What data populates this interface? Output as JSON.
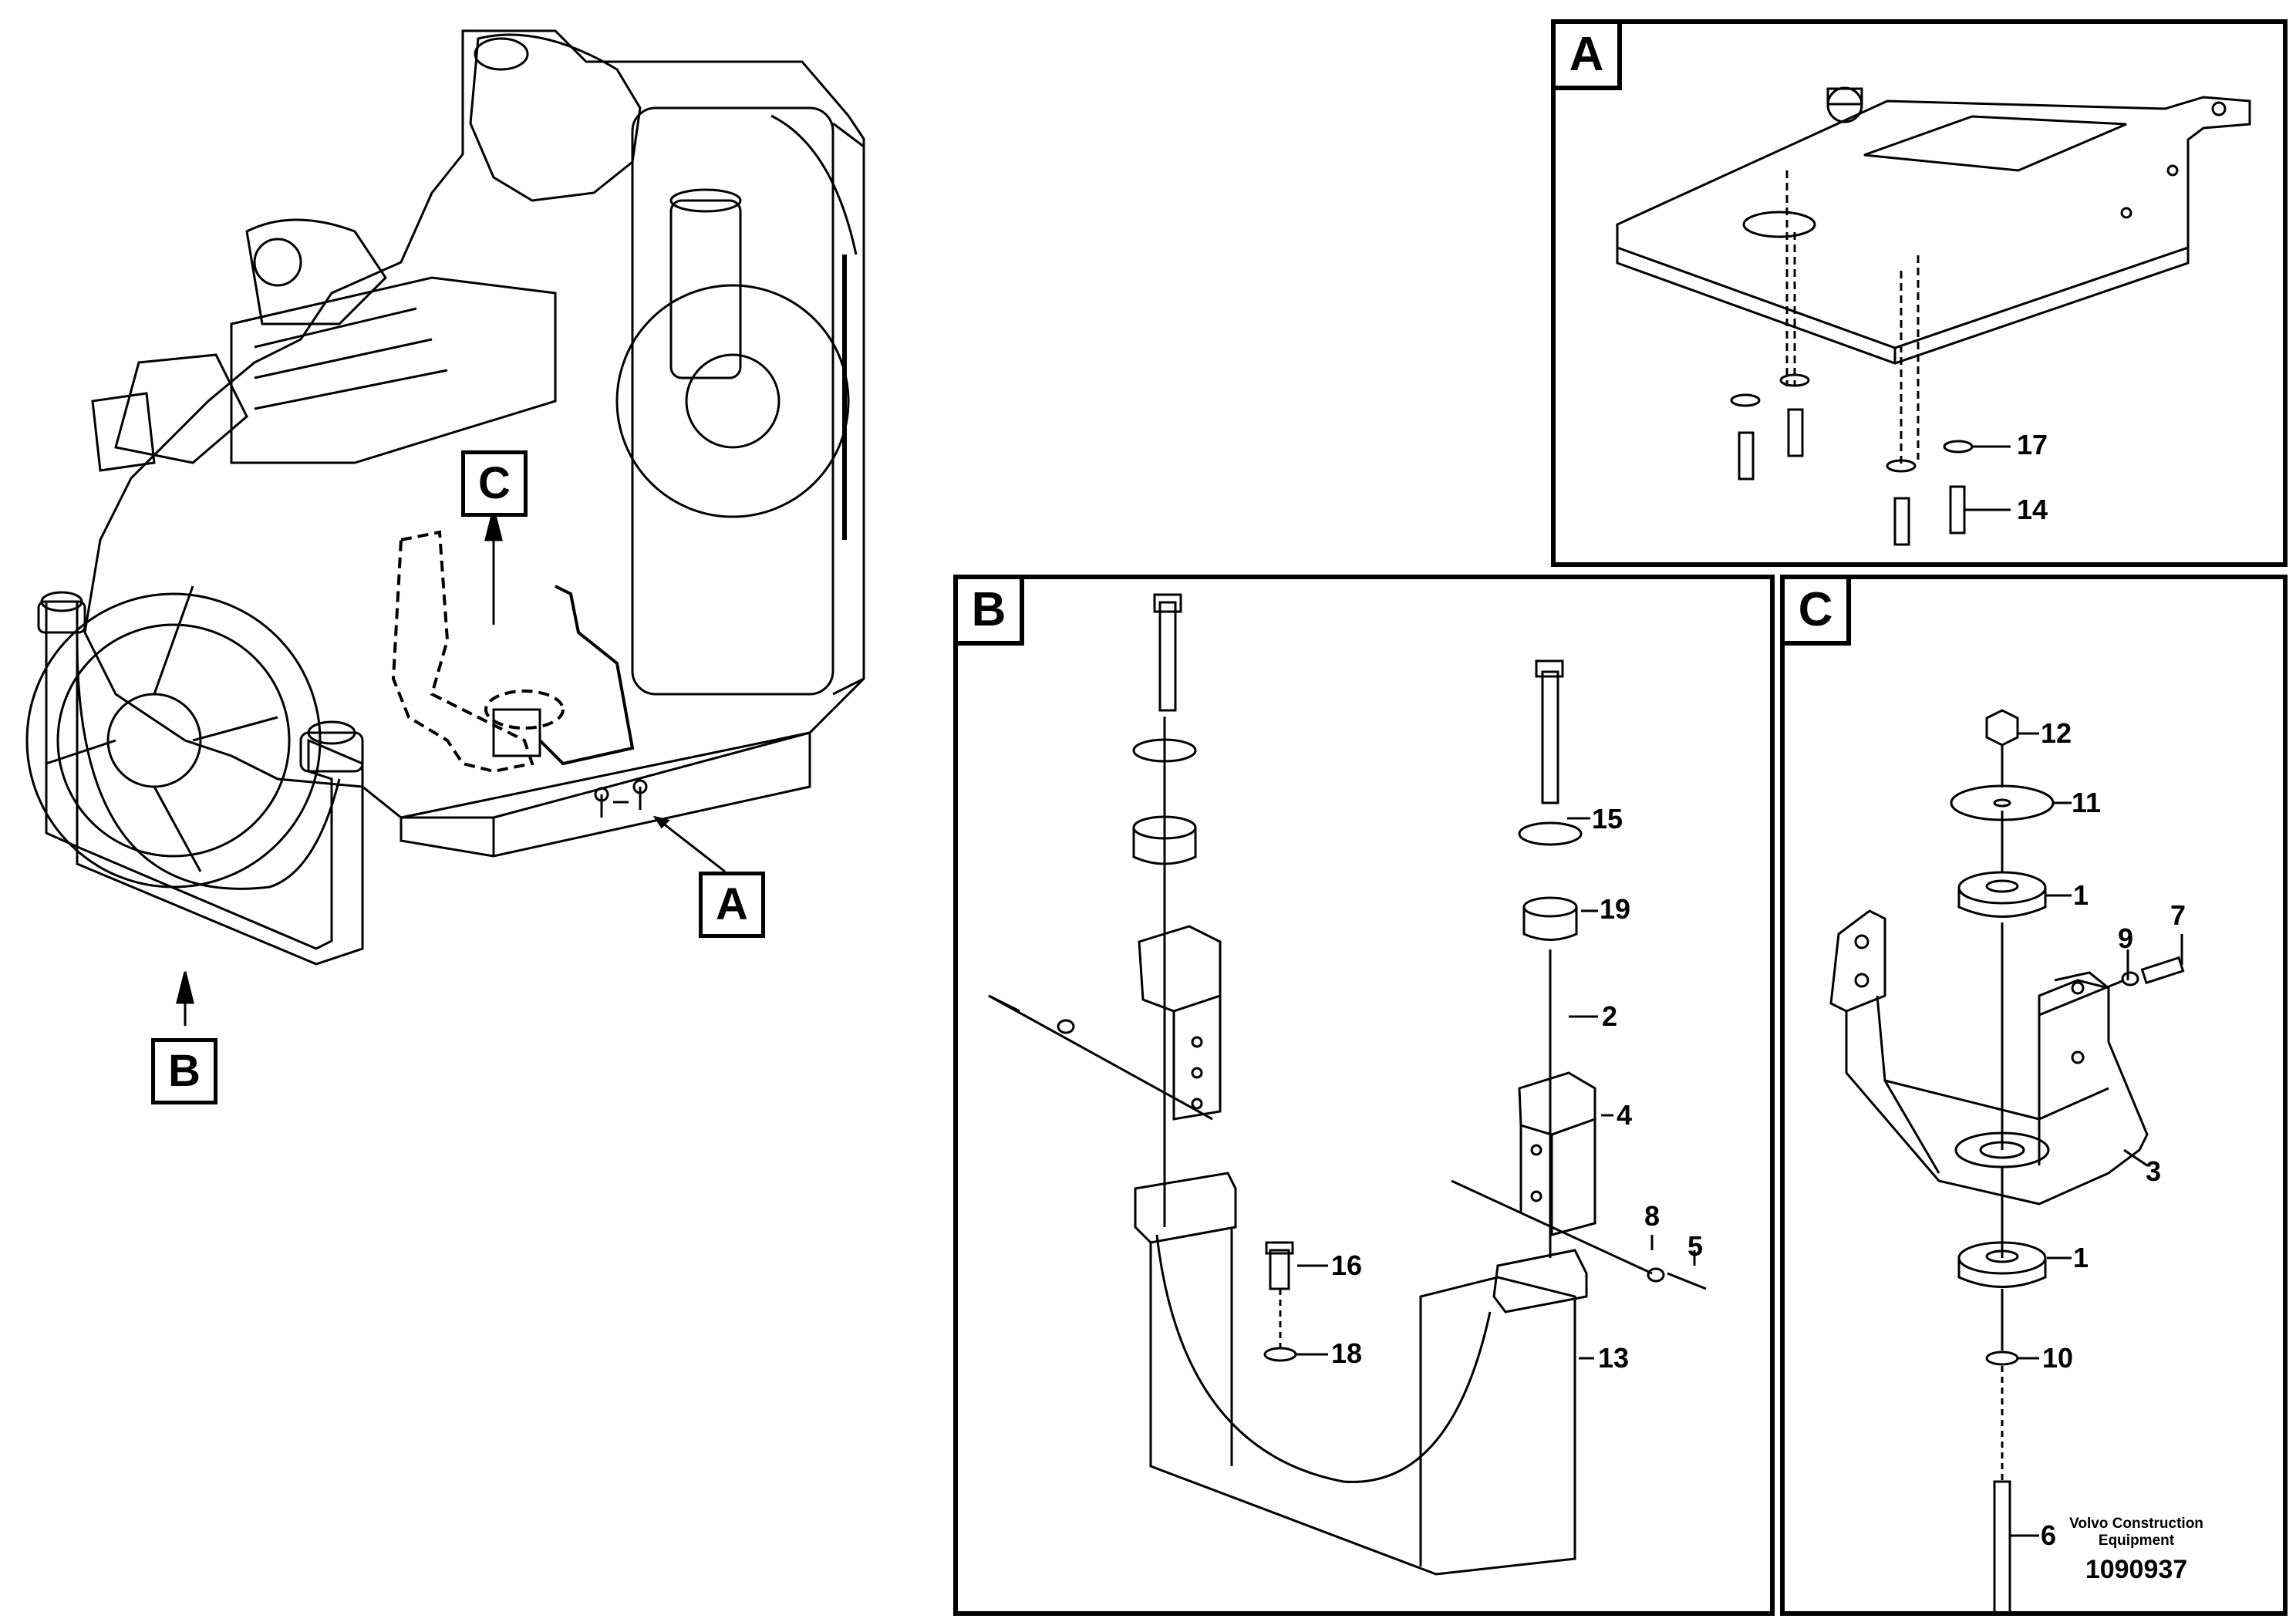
{
  "callouts": {
    "A": "A",
    "B": "B",
    "C": "C"
  },
  "panels": {
    "A": {
      "label": "A",
      "parts": [
        "17",
        "14"
      ]
    },
    "B": {
      "label": "B",
      "parts": [
        "15",
        "19",
        "2",
        "4",
        "8",
        "5",
        "16",
        "18",
        "13"
      ]
    },
    "C": {
      "label": "C",
      "parts": [
        "12",
        "11",
        "1",
        "7",
        "9",
        "3",
        "1",
        "10",
        "6"
      ]
    }
  },
  "footer": {
    "brand_line1": "Volvo Construction",
    "brand_line2": "Equipment",
    "drawing_number": "1090937"
  },
  "colors": {
    "line": "#000000",
    "background": "#ffffff"
  }
}
